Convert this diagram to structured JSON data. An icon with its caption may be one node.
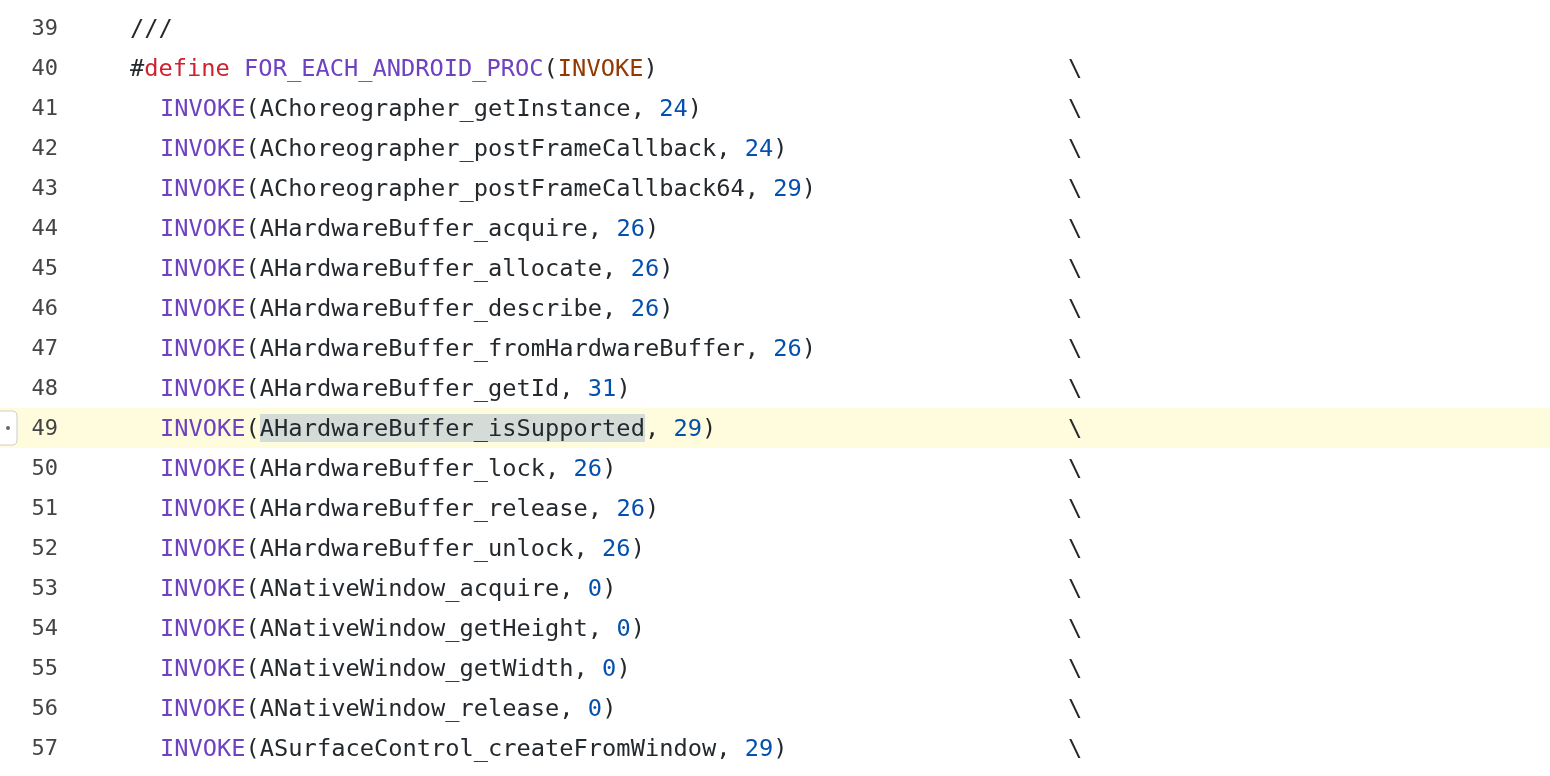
{
  "diagram": {
    "labels": [
      "39",
      "///",
      "40",
      "#define FOR_EACH_ANDROID_PROC(INVOKE)",
      "\\",
      "41",
      "INVOKE(AChoreographer_getInstance, 24)",
      "\\",
      "42",
      "INVOKE(AChoreographer_postFrameCallback, 24)",
      "\\",
      "43",
      "INVOKE(AChoreographer_postFrameCallback64, 29)",
      "\\",
      "44",
      "INVOKE(AHardwareBuffer_acquire, 26)",
      "\\",
      "45",
      "INVOKE(AHardwareBuffer_allocate, 26)",
      "\\",
      "46",
      "INVOKE(AHardwareBuffer_describe, 26)",
      "\\",
      "47",
      "INVOKE(AHardwareBuffer_fromHardwareBuffer, 26)",
      "\\",
      "48",
      "INVOKE(AHardwareBuffer_getId, 31)",
      "\\",
      "49",
      "INVOKE(AHardwareBuffer_isSupported, 29)",
      "\\",
      "50",
      "INVOKE(AHardwareBuffer_lock, 26)",
      "\\",
      "51",
      "INVOKE(AHardwareBuffer_release, 26)",
      "\\",
      "52",
      "INVOKE(AHardwareBuffer_unlock, 26)",
      "\\",
      "53",
      "INVOKE(ANativeWindow_acquire, 0)",
      "\\",
      "54",
      "INVOKE(ANativeWindow_getHeight, 0)",
      "\\",
      "55",
      "INVOKE(ANativeWindow_getWidth, 0)",
      "\\",
      "56",
      "INVOKE(ANativeWindow_release, 0)",
      "\\",
      "57",
      "INVOKE(ASurfaceControl_createFromWindow, 29)",
      "\\"
    ]
  }
}
